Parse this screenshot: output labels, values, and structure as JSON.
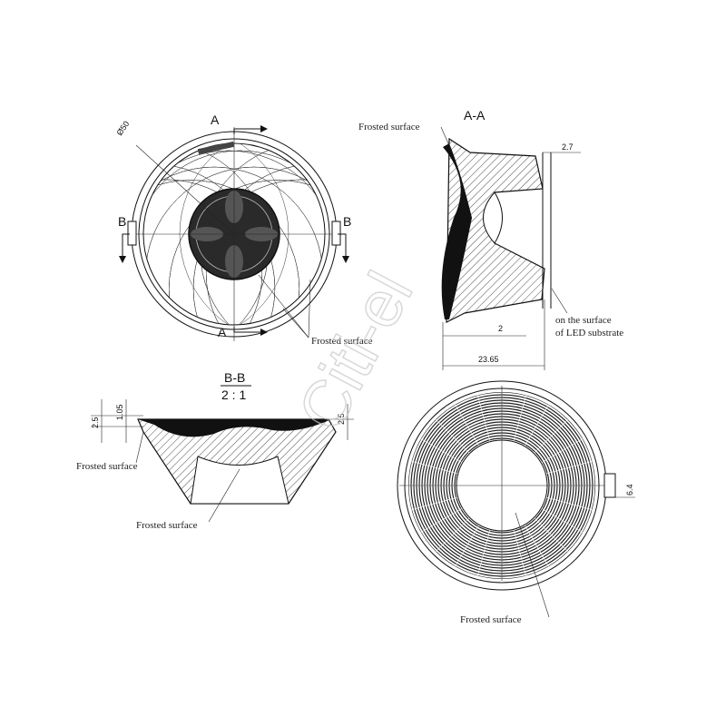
{
  "watermark": "Citi-el",
  "front_view": {
    "section_a_top": "A",
    "section_a_bottom": "A",
    "section_b_left": "B",
    "section_b_right": "B",
    "diameter": "Ø50",
    "frosted_label": "Frosted surface"
  },
  "section_aa": {
    "title": "A-A",
    "frosted_label": "Frosted surface",
    "dim_top": "2.7",
    "dim_bottom": "2",
    "dim_width": "23.65",
    "substrate_line1": "on the surface",
    "substrate_line2": "of LED substrate"
  },
  "section_bb": {
    "title": "B-B",
    "scale": "2 : 1",
    "dim_left_outer": "2.5",
    "dim_left_inner": "1.05",
    "dim_right": "2.5",
    "frosted_left": "Frosted surface",
    "frosted_bottom": "Frosted surface"
  },
  "back_view": {
    "dim_tab": "6.4",
    "frosted_label": "Frosted surface"
  },
  "colors": {
    "ink": "#111111",
    "fill_dark": "#1a1a1a",
    "watermark": "#c8c8c8"
  }
}
